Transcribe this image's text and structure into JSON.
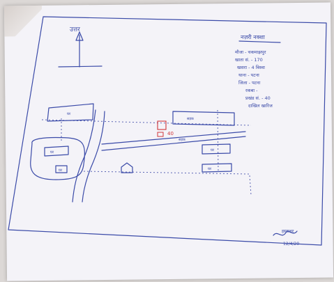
{
  "north": {
    "label": "उत्तर"
  },
  "legend": {
    "title": "नज़री नक्शा",
    "lines": [
      "मौजा - चकमाझपुर",
      "खाता सं. - 170",
      "खसरा - 4 बिस्वा",
      "थाना - पटना",
      "जिला - पटना",
      "रकबा -",
      "प्रखंड सं. - 40",
      "दाखिल खारिज"
    ]
  },
  "map_labels": {
    "building_top_left": "घर",
    "building_left_box": "घर",
    "building_left_small": "घर",
    "plot_marker": "40",
    "building_right_top": "सड़क",
    "road_label": "सड़क",
    "building_right_mid": "घर",
    "building_right_bottom": "घर"
  },
  "signature": {
    "name": "हस्ताक्षर",
    "date": "12/4/20"
  },
  "colors": {
    "ink": "#3a4aa8",
    "highlight": "#d0343a",
    "paper": "#f4f3f8"
  }
}
